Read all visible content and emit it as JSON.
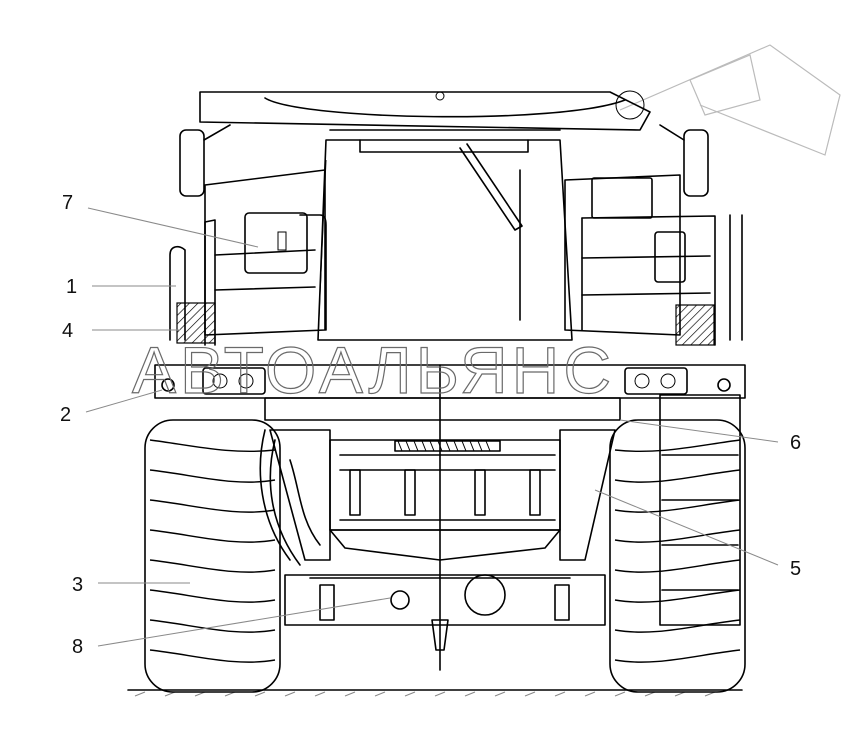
{
  "callouts": [
    {
      "id": "1",
      "label": "1"
    },
    {
      "id": "2",
      "label": "2"
    },
    {
      "id": "3",
      "label": "3"
    },
    {
      "id": "4",
      "label": "4"
    },
    {
      "id": "5",
      "label": "5"
    },
    {
      "id": "6",
      "label": "6"
    },
    {
      "id": "7",
      "label": "7"
    },
    {
      "id": "8",
      "label": "8"
    }
  ],
  "watermark": {
    "text": "АВТОАЛЬЯНС"
  },
  "colors": {
    "line": "#000000",
    "leader": "#8a8a8a",
    "background": "#ffffff"
  }
}
